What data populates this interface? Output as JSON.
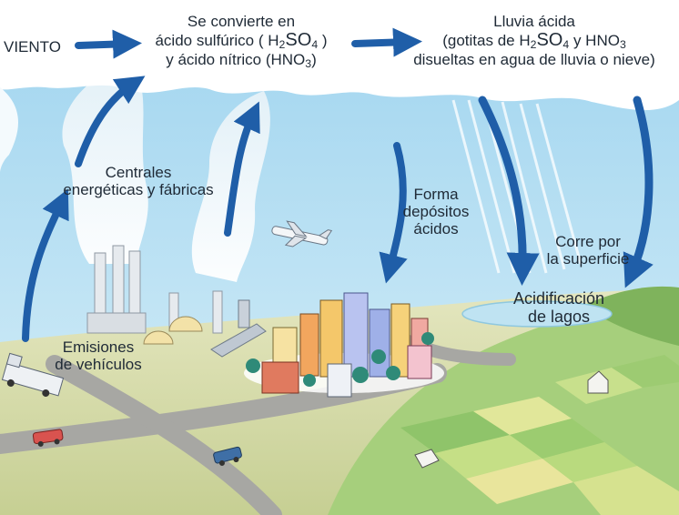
{
  "labels": {
    "viento": "VIENTO",
    "convierte": {
      "line1": "Se convierte en",
      "line2_pre": "ácido sulfúrico ( H",
      "line2_sub1": "2",
      "line2_mid": "SO",
      "line2_sub2": "4",
      "line2_post": " )",
      "line3_pre": "y ácido nítrico (HNO",
      "line3_sub": "3",
      "line3_post": ")"
    },
    "lluvia": {
      "line1": "Lluvia ácida",
      "line2_pre": "(gotitas de  H",
      "line2_sub1": "2",
      "line2_mid": "SO",
      "line2_sub2": "4",
      "line2_post": " y HNO",
      "line2_sub3": "3",
      "line3": "disueltas en agua de lluvia o nieve)"
    },
    "centrales": {
      "line1": "Centrales",
      "line2": "energéticas y fábricas"
    },
    "deposito": {
      "line1": "Forma",
      "line2": "depósitos",
      "line3": "ácidos"
    },
    "corre": {
      "line1": "Corre por",
      "line2": "la superficie"
    },
    "acidificacion": {
      "line1": "Acidificación",
      "line2": "de lagos"
    },
    "emisiones": {
      "line1": "Emisiones",
      "line2": "de vehículos"
    }
  },
  "colors": {
    "arrow": "#1f5ea8",
    "sky": "#b7e0f2",
    "cloud": "#ffffff",
    "land": "#d3d9a6",
    "hill": "#8fbf6a",
    "lake": "#bfe3f2",
    "road": "#a7a7a3"
  }
}
